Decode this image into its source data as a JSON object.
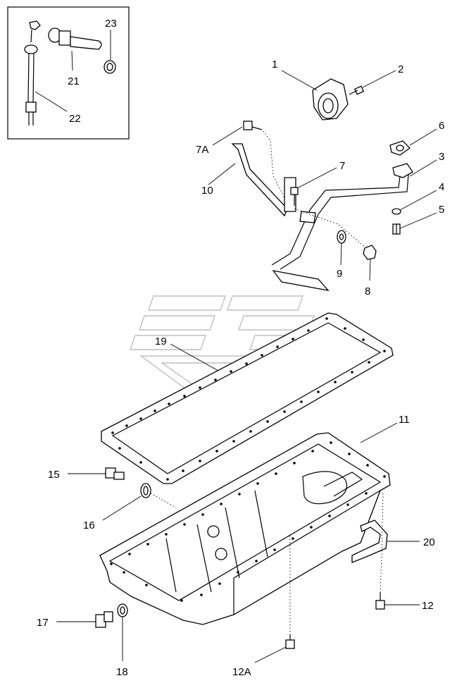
{
  "diagram": {
    "callouts": {
      "c1": "1",
      "c2": "2",
      "c3": "3",
      "c4": "4",
      "c5": "5",
      "c6": "6",
      "c7": "7",
      "c7a": "7A",
      "c8": "8",
      "c9": "9",
      "c10": "10",
      "c11": "11",
      "c12": "12",
      "c12a": "12A",
      "c15": "15",
      "c16": "16",
      "c17": "17",
      "c18": "18",
      "c19": "19",
      "c20": "20",
      "c21": "21",
      "c22": "22",
      "c23": "23"
    }
  }
}
